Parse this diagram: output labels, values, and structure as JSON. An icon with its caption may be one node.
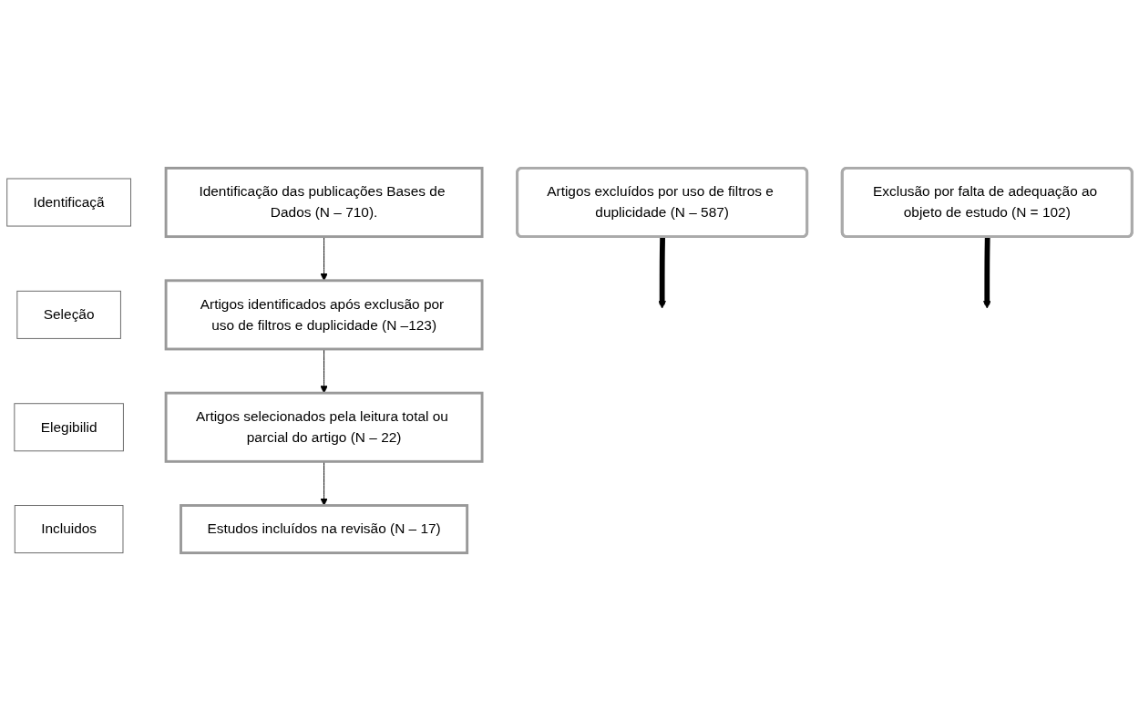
{
  "diagram": {
    "nodes": [
      {
        "text": [
          "Identificaçã"
        ]
      },
      {
        "text": [
          "Seleção"
        ]
      },
      {
        "text": [
          "Elegibilid"
        ]
      },
      {
        "text": [
          "Incluidos"
        ]
      },
      {
        "text": [
          "Identificação das publicações Bases de Dados (N – 710)."
        ]
      },
      {
        "text": [
          "Artigos excluídos por uso de filtros e duplicidade (N – 587)"
        ]
      },
      {
        "text": [
          "Artigos identificados após exclusão por uso de filtros e duplicidade (N –123)"
        ]
      },
      {
        "text": [
          "Exclusão por falta de adequação ao objeto de estudo (N = 102)"
        ]
      },
      {
        "text": [
          "Artigos selecionados pela leitura total ou parcial do artigo (N – 22)"
        ]
      },
      {
        "text": [
          "Estudos incluídos na revisão (N – 17)"
        ]
      }
    ],
    "edges": [
      {
        "from": 4,
        "to": 6,
        "arrow": "to"
      },
      {
        "from": 5,
        "to": null,
        "arrow": "to",
        "style": "thick"
      },
      {
        "from": 6,
        "to": 8,
        "arrow": "to"
      },
      {
        "from": 7,
        "to": null,
        "arrow": "to",
        "style": "thick"
      },
      {
        "from": 8,
        "to": 9,
        "arrow": "to"
      }
    ]
  }
}
